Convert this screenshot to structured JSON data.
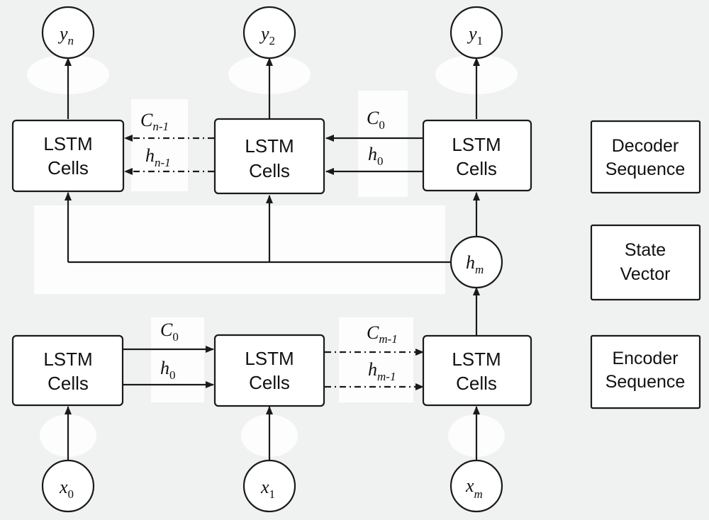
{
  "cells": {
    "line1": "LSTM",
    "line2": "Cells"
  },
  "legend": {
    "decoder": [
      "Decoder",
      "Sequence"
    ],
    "state": [
      "State",
      "Vector"
    ],
    "encoder": [
      "Encoder",
      "Sequence"
    ]
  },
  "outputs": {
    "yn": {
      "var": "y",
      "sub": "n"
    },
    "y2": {
      "var": "y",
      "sub": "2"
    },
    "y1": {
      "var": "y",
      "sub": "1"
    }
  },
  "inputs": {
    "x0": {
      "var": "x",
      "sub": "0"
    },
    "x1": {
      "var": "x",
      "sub": "1"
    },
    "xm": {
      "var": "x",
      "sub": "m"
    }
  },
  "state_vector": {
    "var": "h",
    "sub": "m"
  },
  "decoder_links": {
    "c_left": {
      "var": "C",
      "sub": "n-1"
    },
    "h_left": {
      "var": "h",
      "sub": "n-1"
    },
    "c_right": {
      "var": "C",
      "sub": "0"
    },
    "h_right": {
      "var": "h",
      "sub": "0"
    }
  },
  "encoder_links": {
    "c_left": {
      "var": "C",
      "sub": "0"
    },
    "h_left": {
      "var": "h",
      "sub": "0"
    },
    "c_right": {
      "var": "C",
      "sub": "m-1"
    },
    "h_right": {
      "var": "h",
      "sub": "m-1"
    }
  }
}
